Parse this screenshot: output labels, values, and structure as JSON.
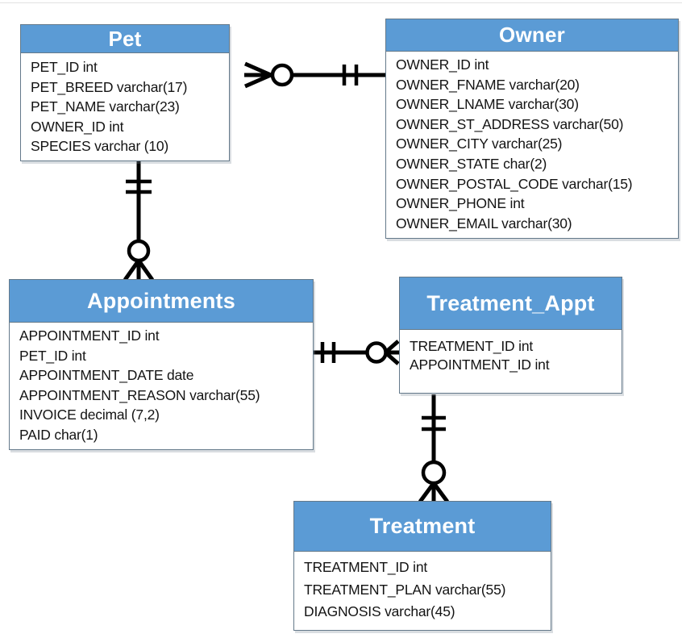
{
  "diagram": {
    "type": "entity-relationship-diagram",
    "notation": "crow-foot"
  },
  "colors": {
    "header_bg": "#5B9BD5",
    "header_text": "#FFFFFF",
    "entity_border": "#64798A",
    "attribute_text": "#141414",
    "connector": "#000000",
    "background": "#FFFFFF"
  },
  "entities": [
    {
      "name": "Pet",
      "attributes": [
        "PET_ID int",
        "PET_BREED varchar(17)",
        "PET_NAME varchar(23)",
        "OWNER_ID int",
        "SPECIES varchar (10)"
      ]
    },
    {
      "name": "Owner",
      "attributes": [
        "OWNER_ID int",
        "OWNER_FNAME varchar(20)",
        "OWNER_LNAME varchar(30)",
        "OWNER_ST_ADDRESS varchar(50)",
        "OWNER_CITY varchar(25)",
        "OWNER_STATE char(2)",
        "OWNER_POSTAL_CODE varchar(15)",
        "OWNER_PHONE int",
        "OWNER_EMAIL varchar(30)"
      ]
    },
    {
      "name": "Appointments",
      "attributes": [
        "APPOINTMENT_ID int",
        "PET_ID int",
        "APPOINTMENT_DATE date",
        "APPOINTMENT_REASON varchar(55)",
        "INVOICE decimal (7,2)",
        "PAID char(1)"
      ]
    },
    {
      "name": "Treatment_Appt",
      "attributes": [
        "TREATMENT_ID int",
        "APPOINTMENT_ID int"
      ]
    },
    {
      "name": "Treatment",
      "attributes": [
        "TREATMENT_ID int",
        "TREATMENT_PLAN varchar(55)",
        "DIAGNOSIS varchar(45)"
      ]
    }
  ],
  "relationships": [
    {
      "id": "pet-owner",
      "endpoints": [
        {
          "entity": "Pet",
          "symbol": "zero-or-many"
        },
        {
          "entity": "Owner",
          "symbol": "one-and-only-one"
        }
      ]
    },
    {
      "id": "pet-appointments",
      "endpoints": [
        {
          "entity": "Pet",
          "symbol": "one-and-only-one"
        },
        {
          "entity": "Appointments",
          "symbol": "zero-or-many"
        }
      ]
    },
    {
      "id": "appointments-treatment-appt",
      "endpoints": [
        {
          "entity": "Appointments",
          "symbol": "one-and-only-one"
        },
        {
          "entity": "Treatment_Appt",
          "symbol": "zero-or-many"
        }
      ]
    },
    {
      "id": "treatment-appt-treatment",
      "endpoints": [
        {
          "entity": "Treatment_Appt",
          "symbol": "one-and-only-one"
        },
        {
          "entity": "Treatment",
          "symbol": "zero-or-many"
        }
      ]
    }
  ]
}
